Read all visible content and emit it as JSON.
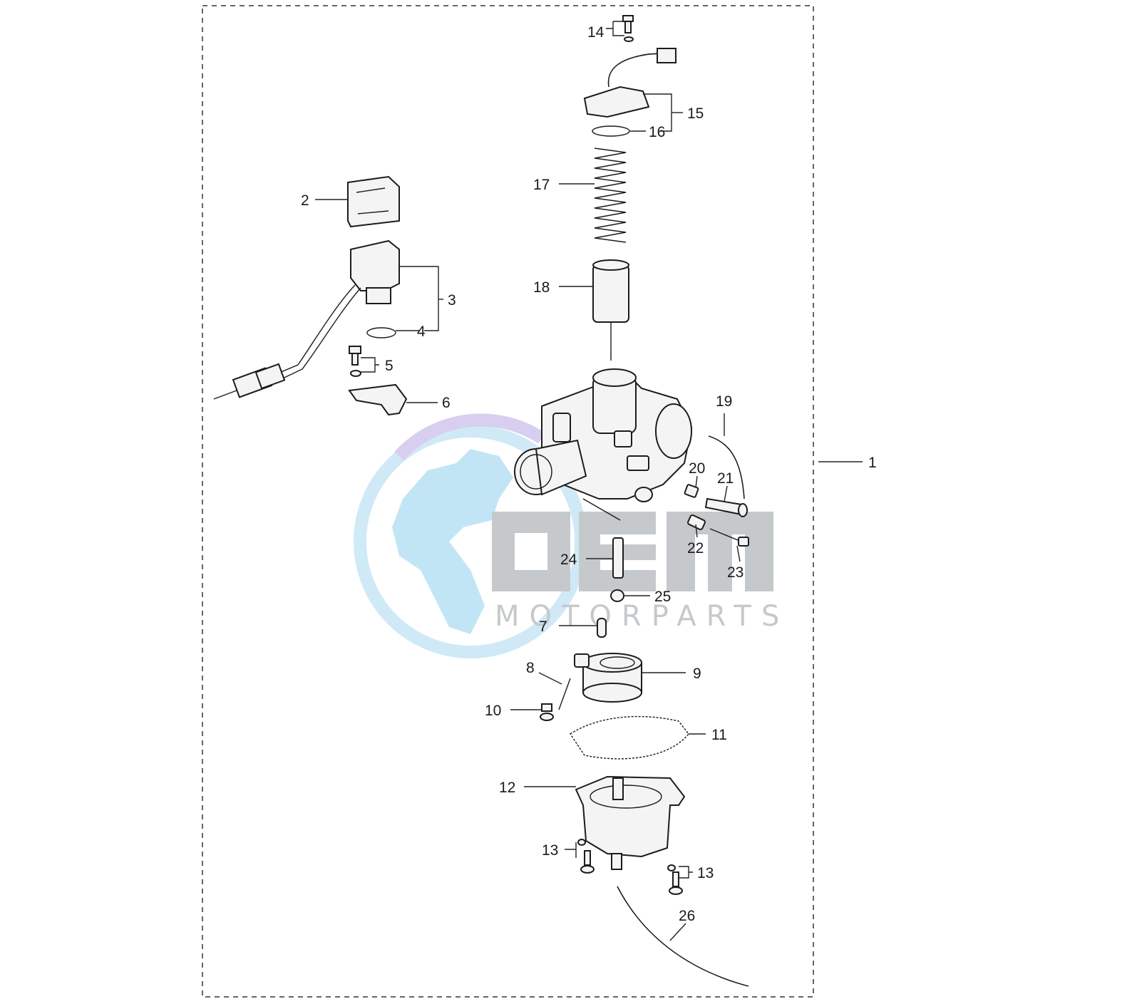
{
  "diagram": {
    "watermark": {
      "brand": "OEM",
      "sub": "MOTORPARTS",
      "brand_color": "#bfc3c6",
      "globe_color": "#bde4f4",
      "ring_color": "#d3c9ee"
    },
    "frame_style": "dashed",
    "callouts": {
      "c1": "1",
      "c2": "2",
      "c3": "3",
      "c4": "4",
      "c5": "5",
      "c6": "6",
      "c7": "7",
      "c8": "8",
      "c9": "9",
      "c10": "10",
      "c11": "11",
      "c12": "12",
      "c13a": "13",
      "c13b": "13",
      "c14": "14",
      "c15": "15",
      "c16": "16",
      "c17": "17",
      "c18": "18",
      "c19": "19",
      "c20": "20",
      "c21": "21",
      "c22": "22",
      "c23": "23",
      "c24": "24",
      "c25": "25",
      "c26": "26"
    }
  }
}
